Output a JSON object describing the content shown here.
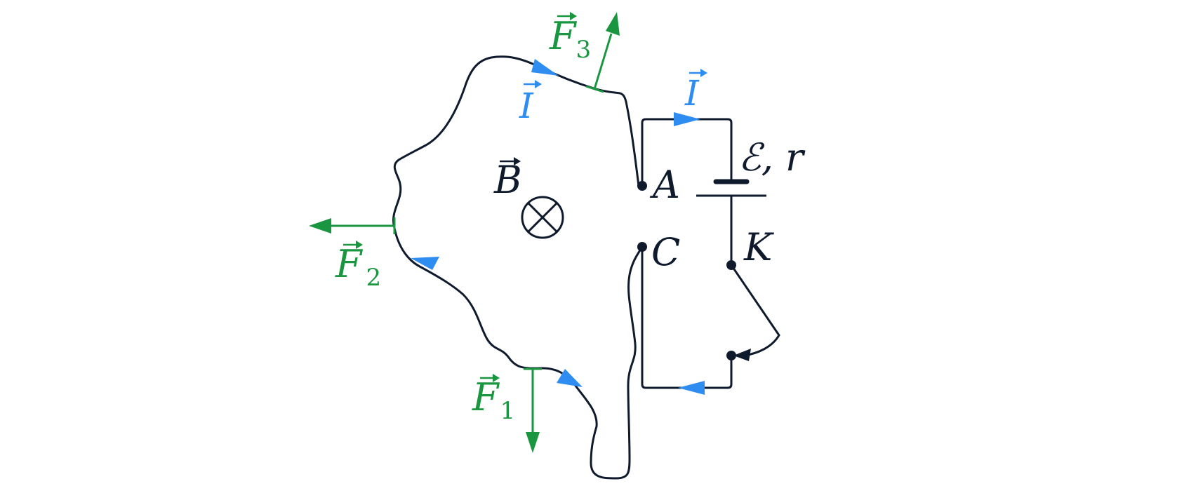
{
  "labels": {
    "field": "B",
    "node_a": "A",
    "node_c": "C",
    "node_k": "K",
    "emf": "ℰ, r",
    "current_top": "I",
    "current_loop": "I",
    "force1": "F",
    "force1_sub": "1",
    "force2": "F",
    "force2_sub": "2",
    "force3": "F",
    "force3_sub": "3"
  },
  "colors": {
    "wire": "#0f1b2d",
    "force": "#1a9641",
    "current": "#2f8cf0"
  },
  "icons": {
    "field_direction": "into-page-cross-circle-icon"
  }
}
